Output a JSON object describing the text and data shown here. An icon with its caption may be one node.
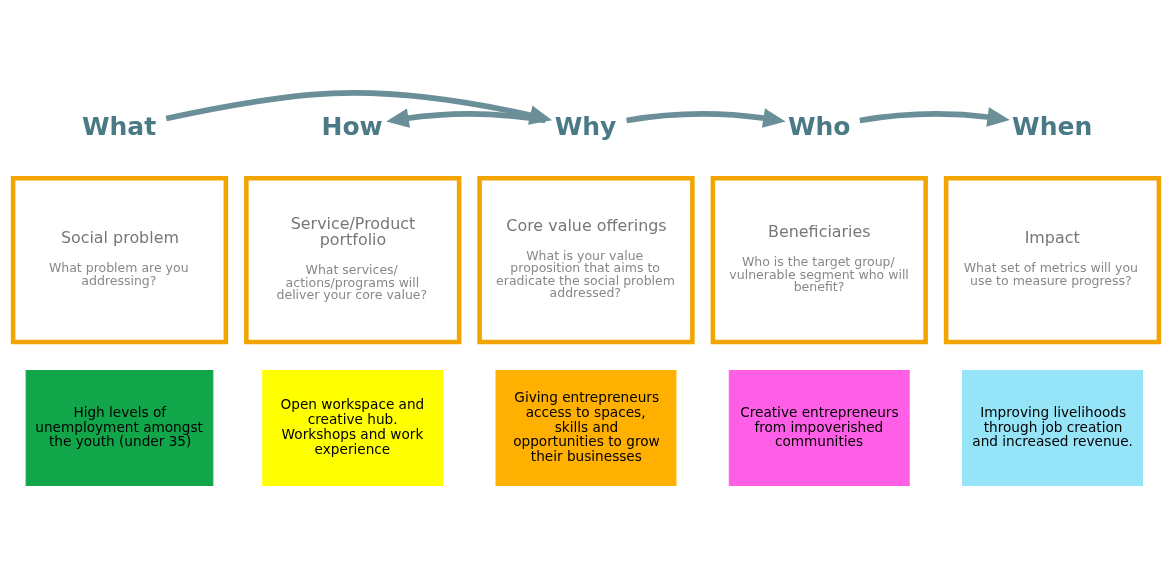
{
  "diagram": {
    "nodes": [
      {
        "text": [
          "What"
        ]
      },
      {
        "text": [
          "How"
        ]
      },
      {
        "text": [
          "Why"
        ]
      },
      {
        "text": [
          "Who"
        ]
      },
      {
        "text": [
          "When"
        ]
      },
      {
        "text": [
          "Social problem",
          "What problem are you addressing?"
        ]
      },
      {
        "text": [
          "Service/Product portfolio",
          "What services/ actions/programs will deliver your core value?"
        ]
      },
      {
        "text": [
          "Core value offerings",
          "What is your value proposition that aims to eradicate the social problem addressed?"
        ]
      },
      {
        "text": [
          "Beneficiaries",
          "Who is the target group/ vulnerable segment who will benefit?"
        ]
      },
      {
        "text": [
          "Impact",
          "What set of metrics will you use to measure progress?"
        ]
      },
      {
        "text": [
          "High levels of unemployment amongst the youth (under 35)"
        ]
      },
      {
        "text": [
          "Open workspace and creative hub. Workshops and work experience"
        ]
      },
      {
        "text": [
          "Giving entrepreneurs access to spaces, skills and opportunities to grow their businesses"
        ]
      },
      {
        "text": [
          "Creative entrepreneurs from impoverished communities"
        ]
      },
      {
        "text": [
          "Improving livelihoods through job creation and increased revenue."
        ]
      }
    ],
    "edges": [
      {
        "from": 0,
        "to": 2,
        "arrow": "to"
      },
      {
        "from": 2,
        "to": 1,
        "arrow": "to"
      },
      {
        "from": 2,
        "to": 3,
        "arrow": "to"
      },
      {
        "from": 3,
        "to": 4,
        "arrow": "to"
      }
    ]
  }
}
